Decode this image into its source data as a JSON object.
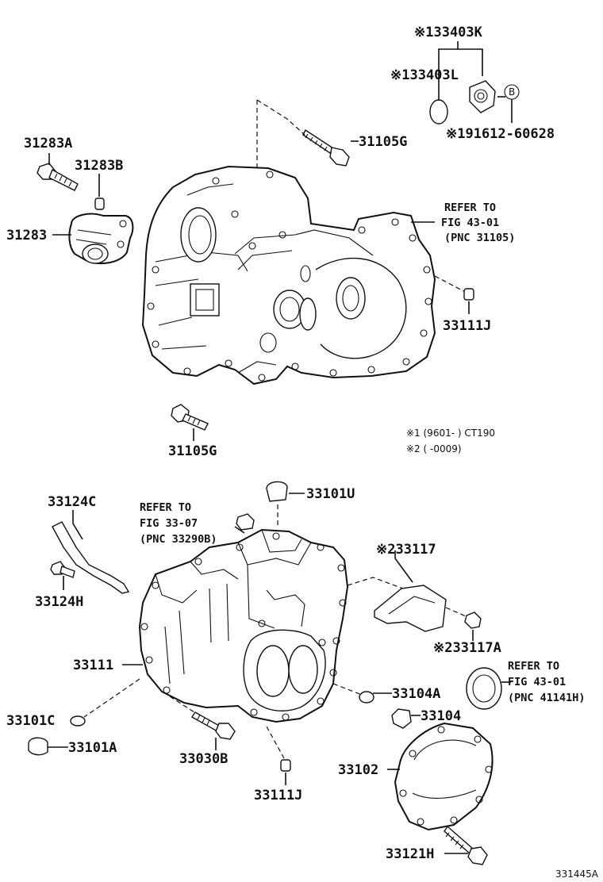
{
  "labels": {
    "p133403K": "※133403K",
    "p133403L": "※133403L",
    "pB": "B",
    "p191612": "※191612-60628",
    "p31283A": "31283A",
    "p31283B": "31283B",
    "p31283": "31283",
    "p31105G_top": "31105G",
    "refer1_l1": "REFER TO",
    "refer1_l2": "FIG 43-01",
    "refer1_l3": "(PNC 31105)",
    "p33111J_top": "33111J",
    "p31105G_bottom": "31105G",
    "footnote1": "※1 (9601-    ) CT190",
    "footnote2": "※2 (     -0009)",
    "p33124C": "33124C",
    "refer2_l1": "REFER TO",
    "refer2_l2": "FIG 33-07",
    "refer2_l3": "(PNC 33290B)",
    "p33101U": "33101U",
    "p33117": "※233117",
    "p33124H": "33124H",
    "p33117A": "※233117A",
    "refer3_l1": "REFER TO",
    "refer3_l2": "FIG 43-01",
    "refer3_l3": "(PNC 41141H)",
    "p33111": "33111",
    "p33104A": "33104A",
    "p33104": "33104",
    "p33101C": "33101C",
    "p33101A": "33101A",
    "p33030B": "33030B",
    "p33102": "33102",
    "p33111J_bottom": "33111J",
    "p33121H": "33121H",
    "figure_code": "331445A"
  }
}
